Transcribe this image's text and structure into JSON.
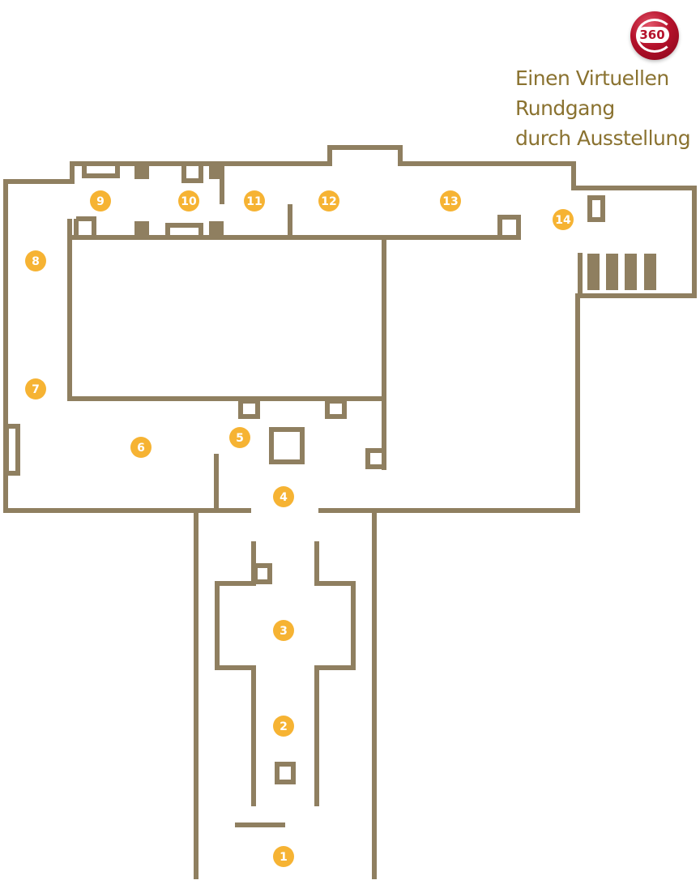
{
  "tour": {
    "badge_label": "360",
    "lines": [
      "Einen Virtuellen",
      "Rundgang",
      "durch Ausstellung"
    ]
  },
  "colors": {
    "wall": "#8f7f60",
    "marker": "#f6b333",
    "text": "#8a7230",
    "badge": "#b5112b"
  },
  "markers": [
    "1",
    "2",
    "3",
    "4",
    "5",
    "6",
    "7",
    "8",
    "9",
    "10",
    "11",
    "12",
    "13",
    "14"
  ]
}
